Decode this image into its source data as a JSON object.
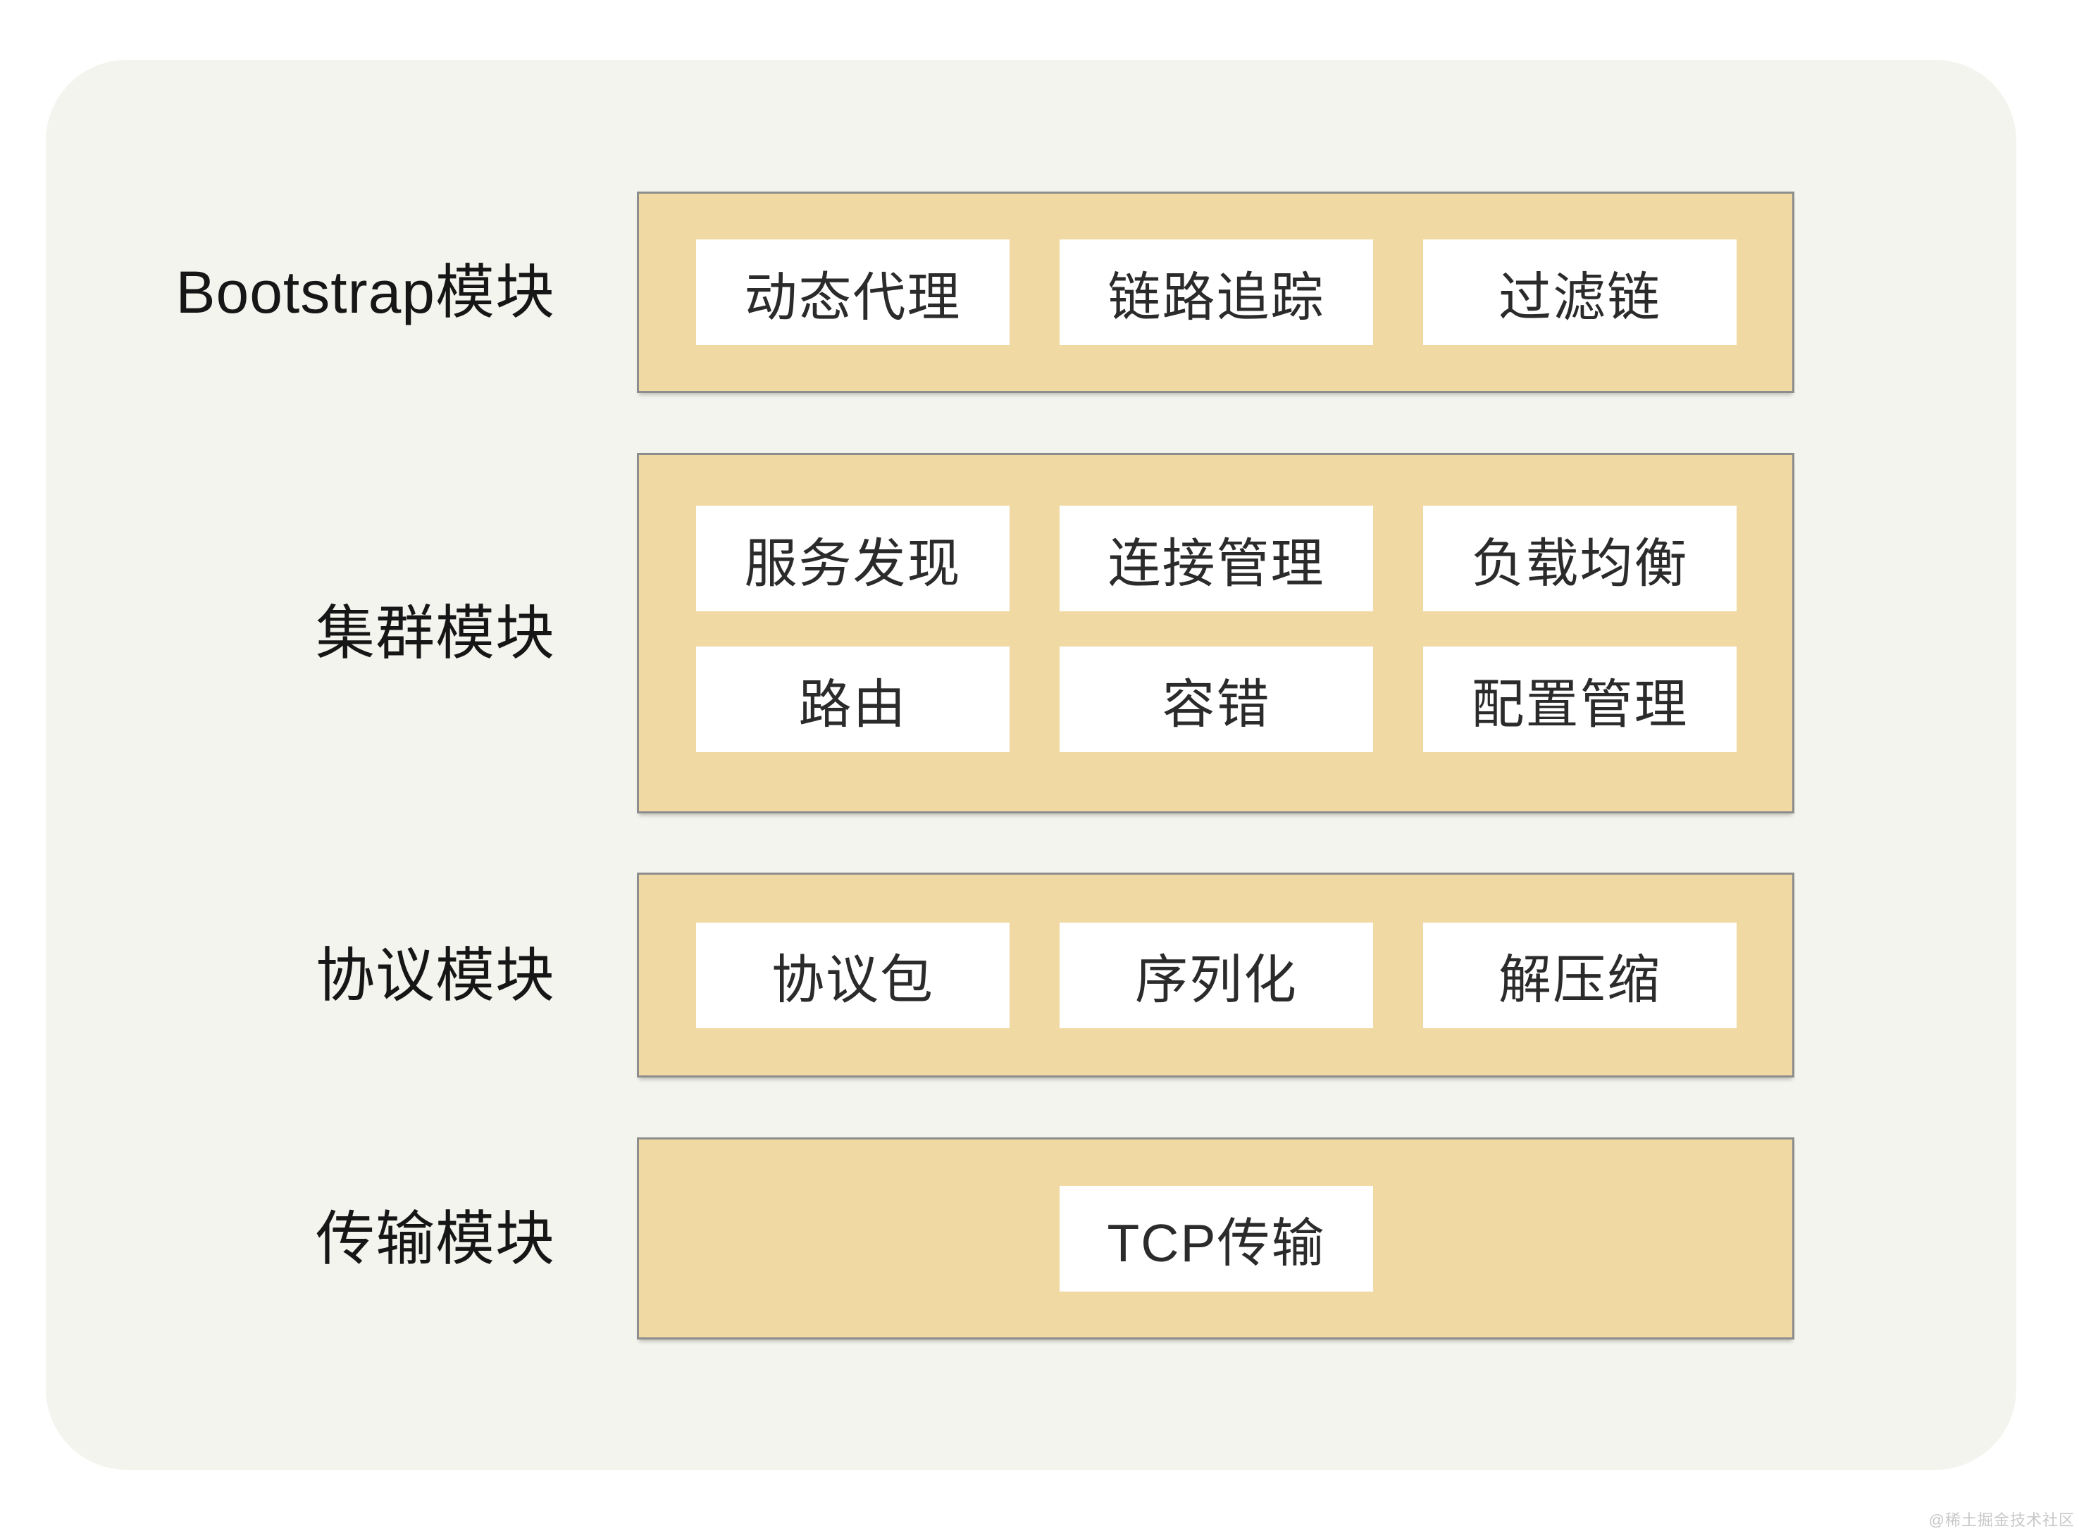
{
  "colors": {
    "page_background": "#ffffff",
    "panel_background": "#f3f4ee",
    "band_fill": "#f0d9a3",
    "band_border": "#8d8d8d",
    "box_background": "#ffffff",
    "label_text": "#161616",
    "box_text": "#2b2b2b",
    "watermark_text": "#c8c8c8"
  },
  "diagram": {
    "rows": [
      {
        "label": "Bootstrap模块",
        "cells": [
          [
            "动态代理",
            "链路追踪",
            "过滤链"
          ]
        ]
      },
      {
        "label": "集群模块",
        "cells": [
          [
            "服务发现",
            "连接管理",
            "负载均衡"
          ],
          [
            "路由",
            "容错",
            "配置管理"
          ]
        ]
      },
      {
        "label": "协议模块",
        "cells": [
          [
            "协议包",
            "序列化",
            "解压缩"
          ]
        ]
      },
      {
        "label": "传输模块",
        "cells": [
          [
            "TCP传输"
          ]
        ]
      }
    ]
  },
  "watermark": {
    "text": "@稀土掘金技术社区"
  }
}
